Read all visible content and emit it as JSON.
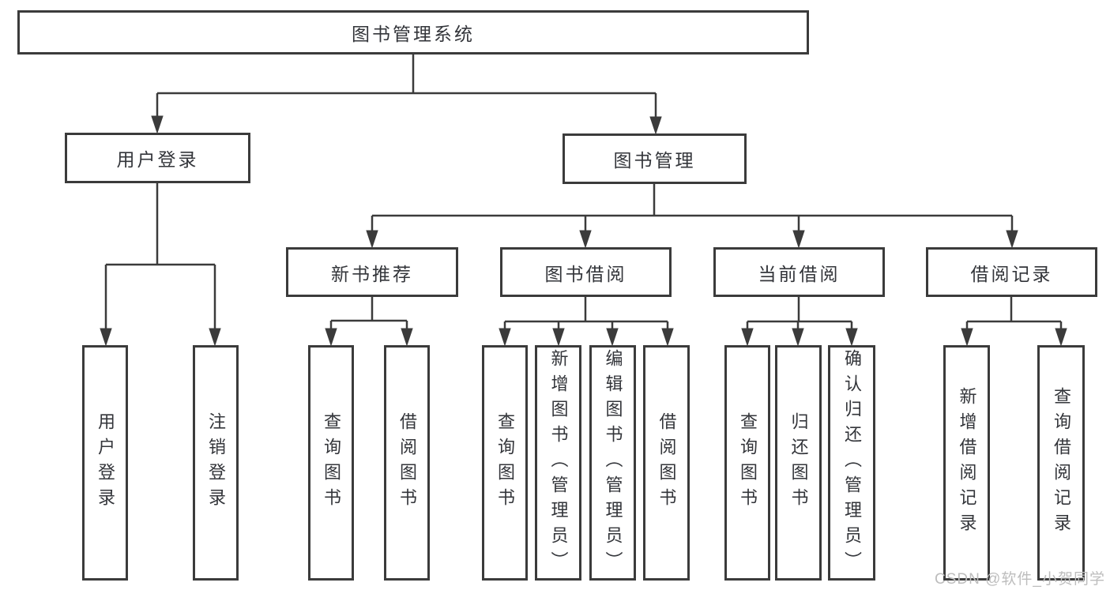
{
  "diagram": {
    "root": {
      "label": "图书管理系统"
    },
    "level2": [
      {
        "label": "用户登录"
      },
      {
        "label": "图书管理"
      }
    ],
    "level3": [
      {
        "label": "新书推荐"
      },
      {
        "label": "图书借阅"
      },
      {
        "label": "当前借阅"
      },
      {
        "label": "借阅记录"
      }
    ],
    "leaves": [
      {
        "parent": "用户登录",
        "label": "用户登录"
      },
      {
        "parent": "用户登录",
        "label": "注销登录"
      },
      {
        "parent": "新书推荐",
        "label": "查询图书"
      },
      {
        "parent": "新书推荐",
        "label": "借阅图书"
      },
      {
        "parent": "图书借阅",
        "label": "查询图书"
      },
      {
        "parent": "图书借阅",
        "label": "新增图书（管理员）"
      },
      {
        "parent": "图书借阅",
        "label": "编辑图书（管理员）"
      },
      {
        "parent": "图书借阅",
        "label": "借阅图书"
      },
      {
        "parent": "当前借阅",
        "label": "查询图书"
      },
      {
        "parent": "当前借阅",
        "label": "归还图书"
      },
      {
        "parent": "当前借阅",
        "label": "确认归还（管理员）"
      },
      {
        "parent": "借阅记录",
        "label": "新增借阅记录"
      },
      {
        "parent": "借阅记录",
        "label": "查询借阅记录"
      }
    ]
  },
  "watermark": {
    "text": "CSDN @软件_小贺同学"
  },
  "colors": {
    "line": "#3b3b3b",
    "text": "#33353a",
    "watermark": "#bdbdbd",
    "background": "#ffffff"
  }
}
